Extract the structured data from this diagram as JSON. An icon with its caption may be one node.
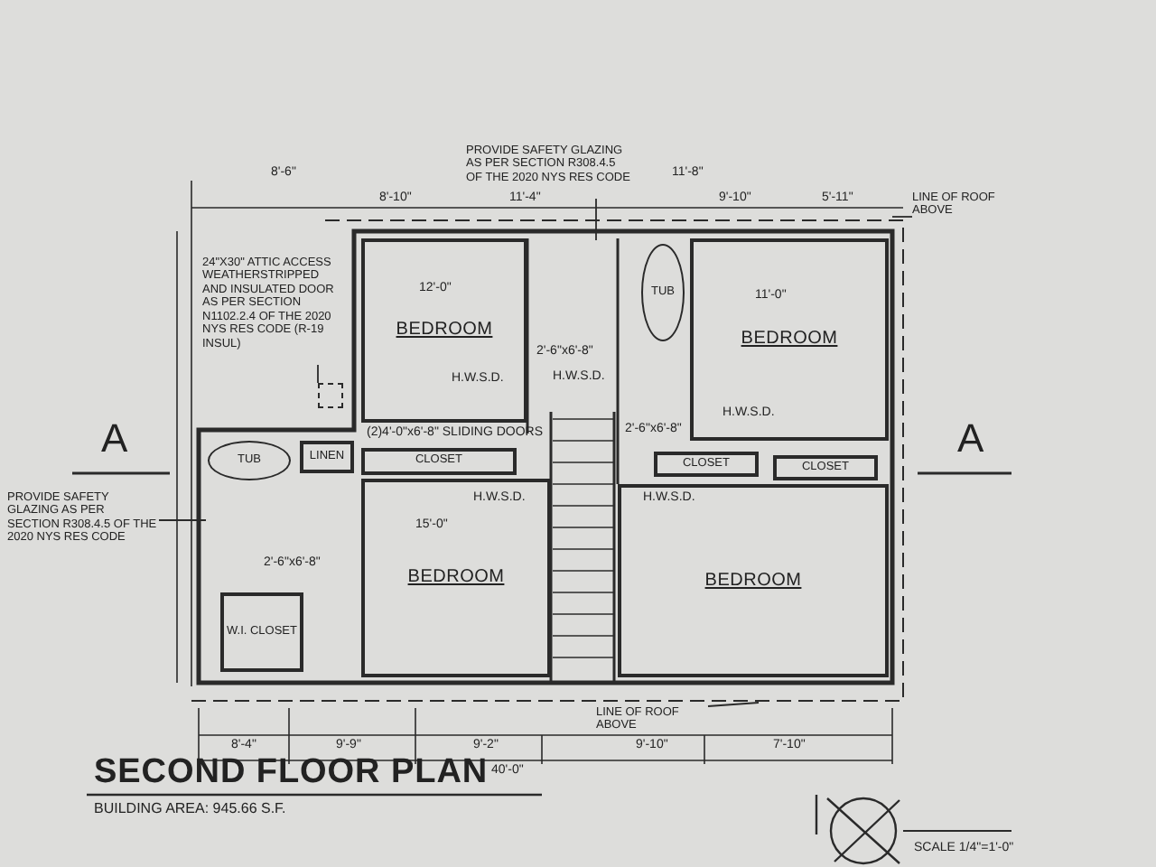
{
  "diagram": {
    "title": "SECOND FLOOR PLAN",
    "caption": "BUILDING AREA: 945.66 S.F.",
    "nodes": [
      {
        "text": [
          "24\"X30\" ATTIC ACCESS WEATHERSTRIPPED AND INSULATED DOOR AS PER SECTION N1102.2.4 OF THE 2020 NYS RES CODE (R-19 INSUL)"
        ]
      },
      {
        "text": [
          "PROVIDE SAFETY GLAZING AS PER SECTION R308.4.5 OF THE 2020 NYS RES CODE"
        ]
      },
      {
        "text": [
          "PROVIDE SAFETY GLAZING AS PER SECTION R308.4.5 OF THE 2020 NYS RES CODE"
        ]
      },
      {
        "text": [
          "LINE OF ROOF ABOVE"
        ]
      },
      {
        "text": [
          "LINE OF ROOF ABOVE"
        ]
      },
      {
        "text": [
          "BEDROOM"
        ]
      },
      {
        "text": [
          "BEDROOM"
        ]
      },
      {
        "text": [
          "BEDROOM"
        ]
      },
      {
        "text": [
          "BEDROOM"
        ]
      },
      {
        "text": [
          "CLOSET"
        ]
      },
      {
        "text": [
          "CLOSET"
        ]
      },
      {
        "text": [
          "CLOSET"
        ]
      },
      {
        "text": [
          "LINEN"
        ]
      },
      {
        "text": [
          "W.I. CLOSET"
        ]
      },
      {
        "text": [
          "TUB"
        ]
      },
      {
        "text": [
          "TUB"
        ]
      },
      {
        "text": [],
        "shape": "box"
      }
    ],
    "edges": [
      {
        "from": 0,
        "to": 16,
        "arrow": "none"
      },
      {
        "from": 1,
        "to": null,
        "arrow": "none"
      },
      {
        "from": 2,
        "to": null,
        "arrow": "none"
      },
      {
        "from": 3,
        "to": null,
        "arrow": "none"
      },
      {
        "from": 4,
        "to": null,
        "arrow": "none"
      }
    ],
    "labels": [
      "8'-6\"",
      "8'-10\"",
      "11'-4\"",
      "11'-8\"",
      "9'-10\"",
      "5'-11\"",
      "12'-0\"",
      "H.W.S.D.",
      "2'-6\"x6'-8\"",
      "(2)4'-0\"x6'-8\" SLIDING DOORS",
      "11'-0\"",
      "H.W.S.D.",
      "H.W.S.D.",
      "2'-6\"x6'-8\"",
      "15'-0\"",
      "H.W.S.D.",
      "H.W.S.D.",
      "2'-6\"x6'-8\"",
      "A",
      "A",
      "8'-4\"",
      "9'-9\"",
      "9'-2\"",
      "9'-10\"",
      "7'-10\"",
      "40'-0\"",
      "SCALE 1/4\"=1'-0\""
    ]
  }
}
